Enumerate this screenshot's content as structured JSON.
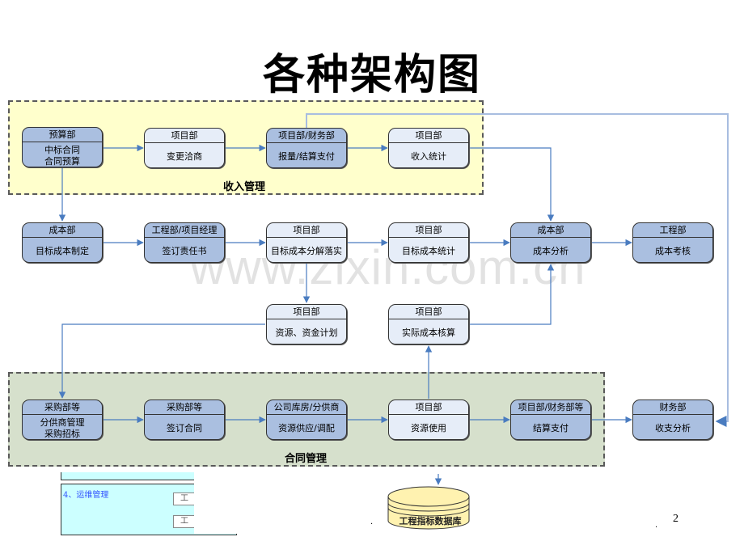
{
  "title": "各种架构图",
  "groups": {
    "income": {
      "label": "收入管理",
      "color": "#ffffcc"
    },
    "contract": {
      "label": "合同管理",
      "color": "#d6e0cc"
    }
  },
  "nodes": {
    "budget": {
      "dept": "预算部",
      "task_line1": "中标合同",
      "task_line2": "合同预算",
      "style": "dark"
    },
    "change": {
      "dept": "项目部",
      "task": "变更洽商",
      "style": "light"
    },
    "report": {
      "dept": "项目部/财务部",
      "task": "报量/结算支付",
      "style": "dark"
    },
    "income_stat": {
      "dept": "项目部",
      "task": "收入统计",
      "style": "light"
    },
    "target_cost": {
      "dept": "成本部",
      "task": "目标成本制定",
      "style": "dark"
    },
    "responsibility": {
      "dept": "工程部/项目经理",
      "task": "签订责任书",
      "style": "dark"
    },
    "decompose": {
      "dept": "项目部",
      "task": "目标成本分解落实",
      "style": "light"
    },
    "target_stat": {
      "dept": "项目部",
      "task": "目标成本统计",
      "style": "light"
    },
    "cost_analysis": {
      "dept": "成本部",
      "task": "成本分析",
      "style": "dark"
    },
    "cost_assess": {
      "dept": "工程部",
      "task": "成本考核",
      "style": "dark"
    },
    "resource_plan": {
      "dept": "项目部",
      "task": "资源、资金计划",
      "style": "light"
    },
    "actual_cost": {
      "dept": "项目部",
      "task": "实际成本核算",
      "style": "light"
    },
    "procurement": {
      "dept": "采购部等",
      "task_line1": "分供商管理",
      "task_line2": "采购招标",
      "style": "dark"
    },
    "sign_contract": {
      "dept": "采购部等",
      "task": "签订合同",
      "style": "dark"
    },
    "supply": {
      "dept": "公司库房/分供商",
      "task": "资源供应/调配",
      "style": "dark"
    },
    "usage": {
      "dept": "项目部",
      "task": "资源使用",
      "style": "light"
    },
    "settlement": {
      "dept": "项目部/财务部等",
      "task": "结算支付",
      "style": "dark"
    },
    "finance": {
      "dept": "财务部",
      "task": "收支分析",
      "style": "dark"
    }
  },
  "database": {
    "label": "工程指标数据库"
  },
  "panel": {
    "label": "4、运维管理",
    "field1": "工",
    "field2": "工"
  },
  "watermark": "www.zixin.com.cn",
  "page_number": "2",
  "colors": {
    "dark_node": "#aabfe0",
    "light_node": "#e6edf8",
    "connector": "#4a7cc0"
  }
}
